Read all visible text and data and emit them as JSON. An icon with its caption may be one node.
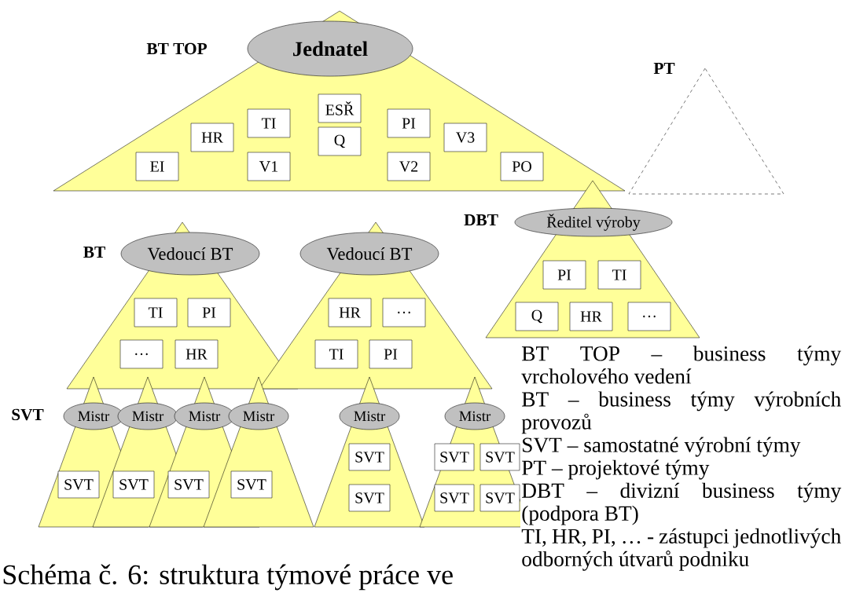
{
  "diagram": {
    "caption": "Schéma č. 6: struktura týmové práce ve",
    "nodes": [
      {
        "text": [],
        "shape": "triangle"
      },
      {
        "text": [
          "Jednatel"
        ],
        "in": 0
      },
      {
        "text": [
          "EI"
        ],
        "in": 0
      },
      {
        "text": [
          "HR"
        ],
        "in": 0
      },
      {
        "text": [
          "TI"
        ],
        "in": 0
      },
      {
        "text": [
          "V1"
        ],
        "in": 0
      },
      {
        "text": [
          "ESŘ"
        ],
        "in": 0
      },
      {
        "text": [
          "Q"
        ],
        "in": 0
      },
      {
        "text": [
          "PI"
        ],
        "in": 0
      },
      {
        "text": [
          "V2"
        ],
        "in": 0
      },
      {
        "text": [
          "V3"
        ],
        "in": 0
      },
      {
        "text": [
          "PO"
        ],
        "in": 0
      },
      {
        "text": [],
        "shape": "triangle"
      },
      {
        "text": [],
        "shape": "triangle"
      },
      {
        "text": [
          "Ředitel výroby"
        ],
        "in": 13
      },
      {
        "text": [
          "PI"
        ],
        "in": 13
      },
      {
        "text": [
          "TI"
        ],
        "in": 13
      },
      {
        "text": [
          "Q"
        ],
        "in": 13
      },
      {
        "text": [
          "HR"
        ],
        "in": 13
      },
      {
        "text": [
          "…"
        ],
        "in": 13
      },
      {
        "text": [],
        "shape": "triangle"
      },
      {
        "text": [
          "Vedoucí BT"
        ],
        "in": 20
      },
      {
        "text": [
          "TI"
        ],
        "in": 20
      },
      {
        "text": [
          "PI"
        ],
        "in": 20
      },
      {
        "text": [
          "…"
        ],
        "in": 20
      },
      {
        "text": [
          "HR"
        ],
        "in": 20
      },
      {
        "text": [],
        "shape": "triangle"
      },
      {
        "text": [
          "Vedoucí BT"
        ],
        "in": 26
      },
      {
        "text": [
          "HR"
        ],
        "in": 26
      },
      {
        "text": [
          "…"
        ],
        "in": 26
      },
      {
        "text": [
          "TI"
        ],
        "in": 26
      },
      {
        "text": [
          "PI"
        ],
        "in": 26
      },
      {
        "text": [],
        "shape": "triangle"
      },
      {
        "text": [
          "Mistr"
        ],
        "in": 32
      },
      {
        "text": [
          "SVT"
        ],
        "in": 32
      },
      {
        "text": [],
        "shape": "triangle"
      },
      {
        "text": [
          "Mistr"
        ],
        "in": 35
      },
      {
        "text": [
          "SVT"
        ],
        "in": 35
      },
      {
        "text": [],
        "shape": "triangle"
      },
      {
        "text": [
          "Mistr"
        ],
        "in": 38
      },
      {
        "text": [
          "SVT"
        ],
        "in": 38
      },
      {
        "text": [],
        "shape": "triangle"
      },
      {
        "text": [
          "Mistr"
        ],
        "in": 41
      },
      {
        "text": [
          "SVT"
        ],
        "in": 41
      },
      {
        "text": [],
        "shape": "triangle"
      },
      {
        "text": [
          "Mistr"
        ],
        "in": 44
      },
      {
        "text": [
          "SVT"
        ],
        "in": 44
      },
      {
        "text": [
          "SVT"
        ],
        "in": 44
      },
      {
        "text": [],
        "shape": "triangle"
      },
      {
        "text": [
          "Mistr"
        ],
        "in": 48
      },
      {
        "text": [
          "SVT"
        ],
        "in": 48
      },
      {
        "text": [
          "SVT"
        ],
        "in": 48
      },
      {
        "text": [
          "SVT"
        ],
        "in": 48
      },
      {
        "text": [
          "SVT"
        ],
        "in": 48
      }
    ],
    "labels": [
      "BT TOP",
      "PT",
      "DBT",
      "BT",
      "SVT",
      "BT TOP – business týmy vrcholového vedení",
      "BT – business týmy výrobních provozů",
      "SVT – samostatné výrobní týmy",
      "PT – projektové týmy",
      "DBT – divizní business týmy (podpora BT)",
      "TI, HR, PI, … - zástupci jednotlivých odborných útvarů podniku"
    ]
  }
}
